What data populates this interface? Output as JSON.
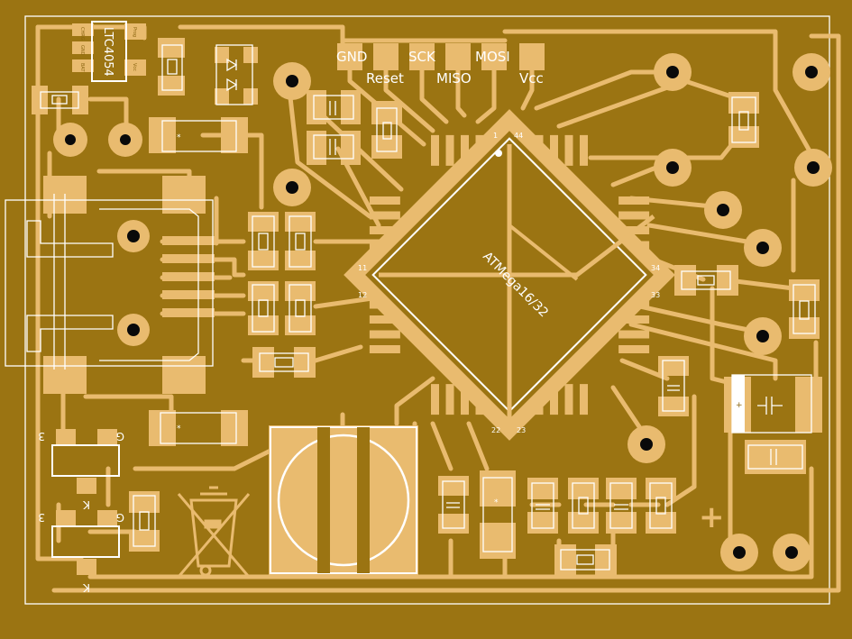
{
  "board": {
    "colors": {
      "substrate": "#9b7412",
      "copper": "#e9bb6f",
      "silkscreen": "#ffffff",
      "hole": "#0a0a0a"
    }
  },
  "header_labels": {
    "gnd": "GND",
    "reset": "Reset",
    "sck": "SCK",
    "miso": "MISO",
    "mosi": "MOSI",
    "vcc": "Vcc"
  },
  "chip": {
    "name": "ATMega16/32",
    "pin_1": "1",
    "pin_11": "11",
    "pin_12": "12",
    "pin_22": "22",
    "pin_23": "23",
    "pin_33": "33",
    "pin_34": "34",
    "pin_44": "44"
  },
  "charger": {
    "name": "LTC4054",
    "pins_left": [
      "CHRG",
      "GND",
      "BAT"
    ],
    "pins_right": [
      "Prog",
      "Vcc"
    ]
  },
  "diodes": {
    "d1": {
      "anode": "3",
      "cathode": "K",
      "gate": "G"
    },
    "d2": {
      "anode": "3",
      "cathode": "K",
      "gate": "G"
    }
  },
  "symbols": {
    "plus": "+",
    "weee": "recycle-bin-icon"
  }
}
